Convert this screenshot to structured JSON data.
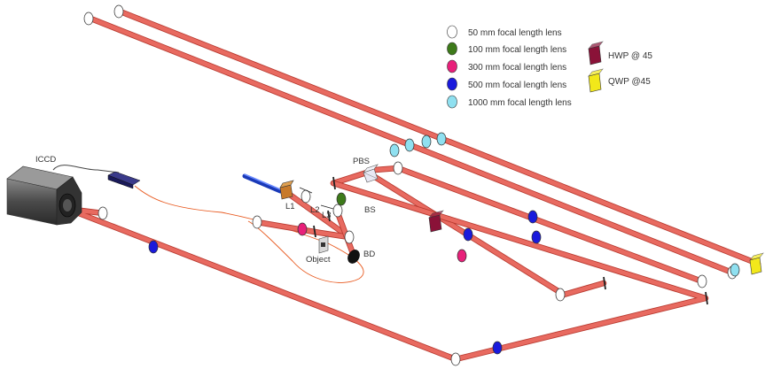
{
  "labels": {
    "iccd": "ICCD",
    "pbs": "PBS",
    "bs": "BS",
    "l1": "L1",
    "l2": "L2",
    "l3": "L3",
    "object": "Object",
    "bd": "BD"
  },
  "legend": {
    "lenses": [
      {
        "label": "50 mm focal length lens",
        "color": "#ffffff"
      },
      {
        "label": "100 mm focal length lens",
        "color": "#3d7a1a"
      },
      {
        "label": "300 mm focal length lens",
        "color": "#e8207a"
      },
      {
        "label": "500 mm focal length lens",
        "color": "#1a1adc"
      },
      {
        "label": "1000 mm focal length lens",
        "color": "#8fe0f0"
      }
    ],
    "plates": [
      {
        "label": "HWP @ 45",
        "color": "#8a1238"
      },
      {
        "label": "QWP @45",
        "color": "#f2e81a"
      }
    ]
  },
  "colors": {
    "beam": "#e86a60",
    "beam_edge": "#b83a30"
  }
}
